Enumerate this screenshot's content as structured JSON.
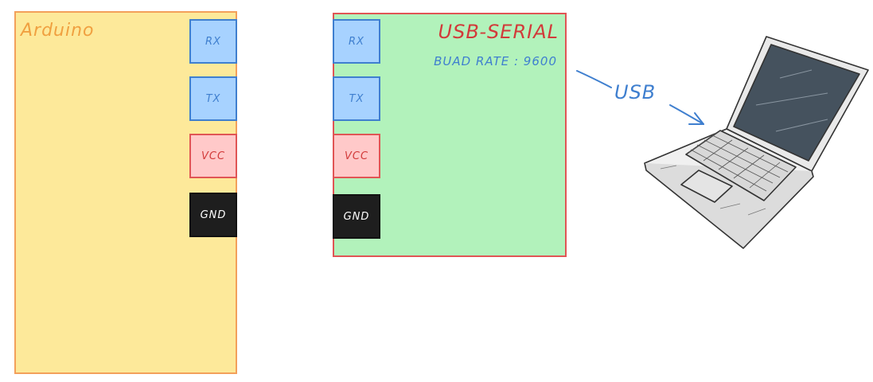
{
  "arduino": {
    "title": "Arduino",
    "fill": "#fde99a",
    "pins": [
      {
        "label": "RX",
        "color": "#a7d2ff"
      },
      {
        "label": "TX",
        "color": "#a7d2ff"
      },
      {
        "label": "VCC",
        "color": "#ffc9c9"
      },
      {
        "label": "GND",
        "color": "#1e1e1e"
      }
    ]
  },
  "usb_serial": {
    "title": "USB-SERIAL",
    "baud_rate": "BUAD RATE : 9600",
    "fill": "#b2f2bb",
    "pins": [
      {
        "label": "RX",
        "color": "#a7d2ff"
      },
      {
        "label": "TX",
        "color": "#a7d2ff"
      },
      {
        "label": "VCC",
        "color": "#ffc9c9"
      },
      {
        "label": "GND",
        "color": "#1e1e1e"
      }
    ]
  },
  "connection": {
    "label": "USB"
  },
  "computer": {
    "icon": "laptop-icon"
  }
}
